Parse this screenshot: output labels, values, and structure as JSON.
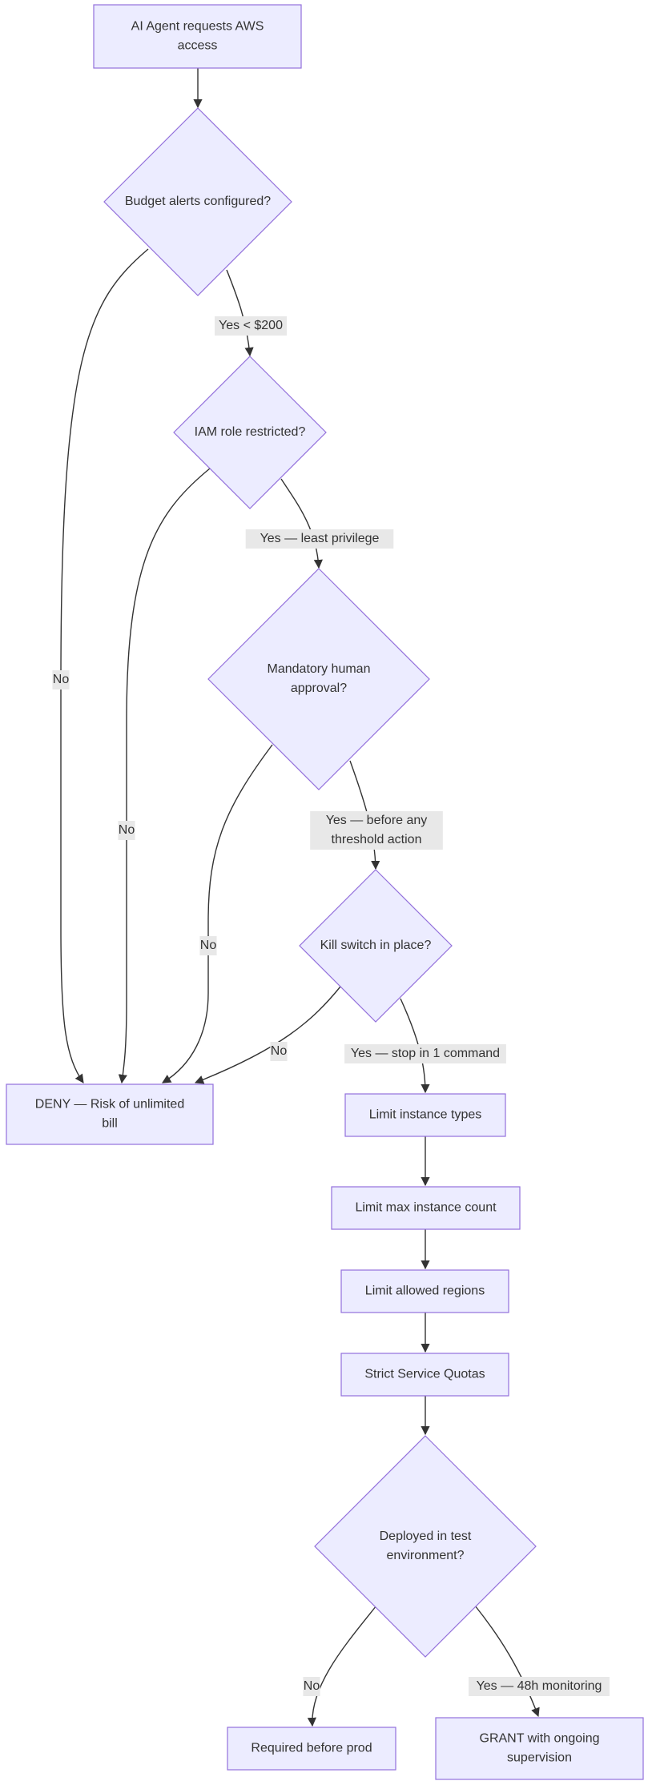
{
  "nodes": {
    "start": [
      "AI Agent requests AWS",
      "access"
    ],
    "budget": [
      "Budget alerts configured?"
    ],
    "iam": [
      "IAM role restricted?"
    ],
    "approval": [
      "Mandatory human",
      "approval?"
    ],
    "kill": [
      "Kill switch in place?"
    ],
    "deny": [
      "DENY — Risk of unlimited",
      "bill"
    ],
    "limit_types": [
      "Limit instance types"
    ],
    "limit_count": [
      "Limit max instance count"
    ],
    "limit_regions": [
      "Limit allowed regions"
    ],
    "quotas": [
      "Strict Service Quotas"
    ],
    "test_env": [
      "Deployed in test",
      "environment?"
    ],
    "required": [
      "Required before prod"
    ],
    "grant": [
      "GRANT with ongoing",
      "supervision"
    ]
  },
  "edge_labels": {
    "budget_yes": [
      "Yes < $200"
    ],
    "budget_no": [
      "No"
    ],
    "iam_yes": [
      "Yes — least privilege"
    ],
    "iam_no": [
      "No"
    ],
    "approval_yes": [
      "Yes — before any",
      "threshold action"
    ],
    "approval_no": [
      "No"
    ],
    "kill_yes": [
      "Yes — stop in 1 command"
    ],
    "kill_no": [
      "No"
    ],
    "test_no": [
      "No"
    ],
    "test_yes": [
      "Yes — 48h monitoring"
    ]
  },
  "colors": {
    "node_fill": "#ECECFF",
    "node_stroke": "#9370DB",
    "edge": "#333333",
    "label_bg": "#E8E8E8",
    "text": "#333333"
  }
}
